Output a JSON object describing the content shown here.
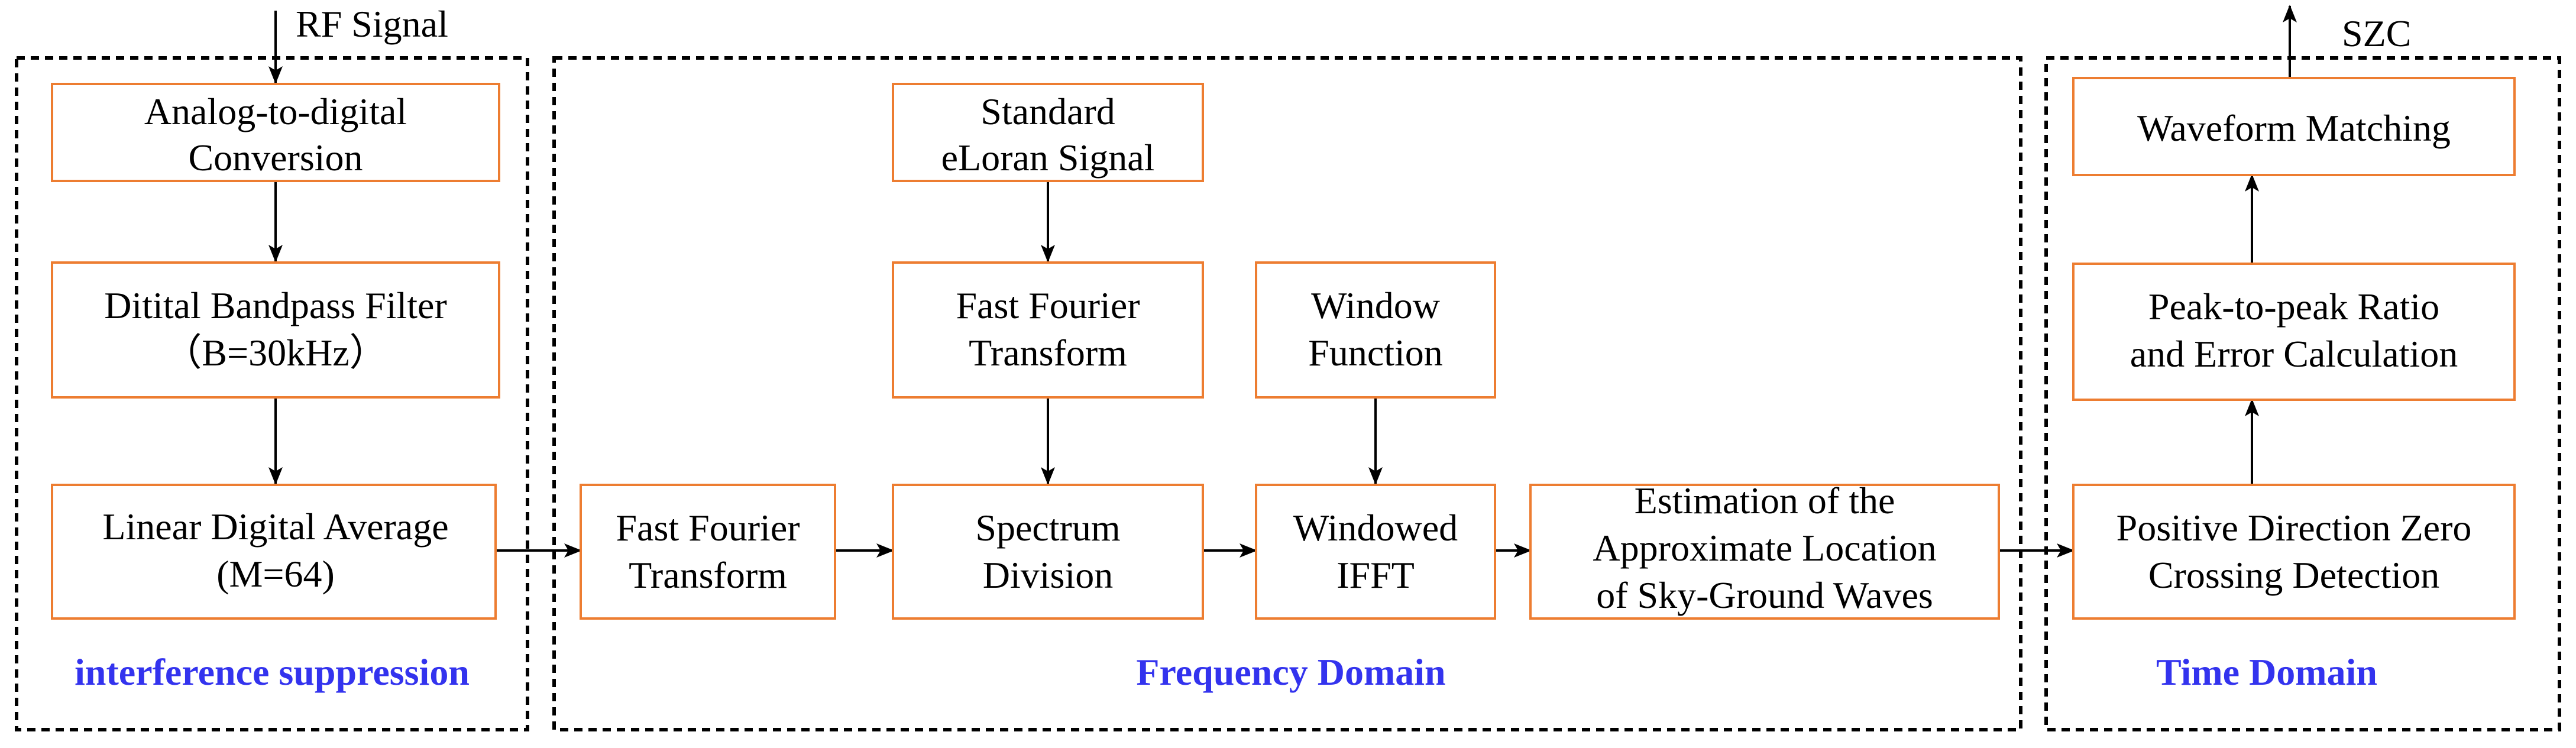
{
  "input_label": "RF Signal",
  "output_label": "SZC",
  "groups": {
    "interference": "interference suppression",
    "frequency": "Frequency Domain",
    "time": "Time Domain"
  },
  "blocks": {
    "adc": [
      "Analog-to-digital",
      "Conversion"
    ],
    "bandpass": [
      "Ditital Bandpass Filter",
      "（B=30kHz）"
    ],
    "average": [
      "Linear Digital Average",
      "(M=64)"
    ],
    "fft1": [
      "Fast Fourier",
      "Transform"
    ],
    "standard": [
      "Standard",
      "eLoran Signal"
    ],
    "fft2": [
      "Fast Fourier",
      "Transform"
    ],
    "window": [
      "Window",
      "Function"
    ],
    "division": [
      "Spectrum",
      "Division"
    ],
    "ifft": [
      "Windowed",
      "IFFT"
    ],
    "estimation": [
      "Estimation of the",
      "Approximate Location",
      "of Sky-Ground Waves"
    ],
    "zero": [
      "Positive Direction Zero",
      "Crossing Detection"
    ],
    "ratio": [
      "Peak-to-peak Ratio",
      "and Error Calculation"
    ],
    "matching": [
      "Waveform Matching"
    ]
  }
}
